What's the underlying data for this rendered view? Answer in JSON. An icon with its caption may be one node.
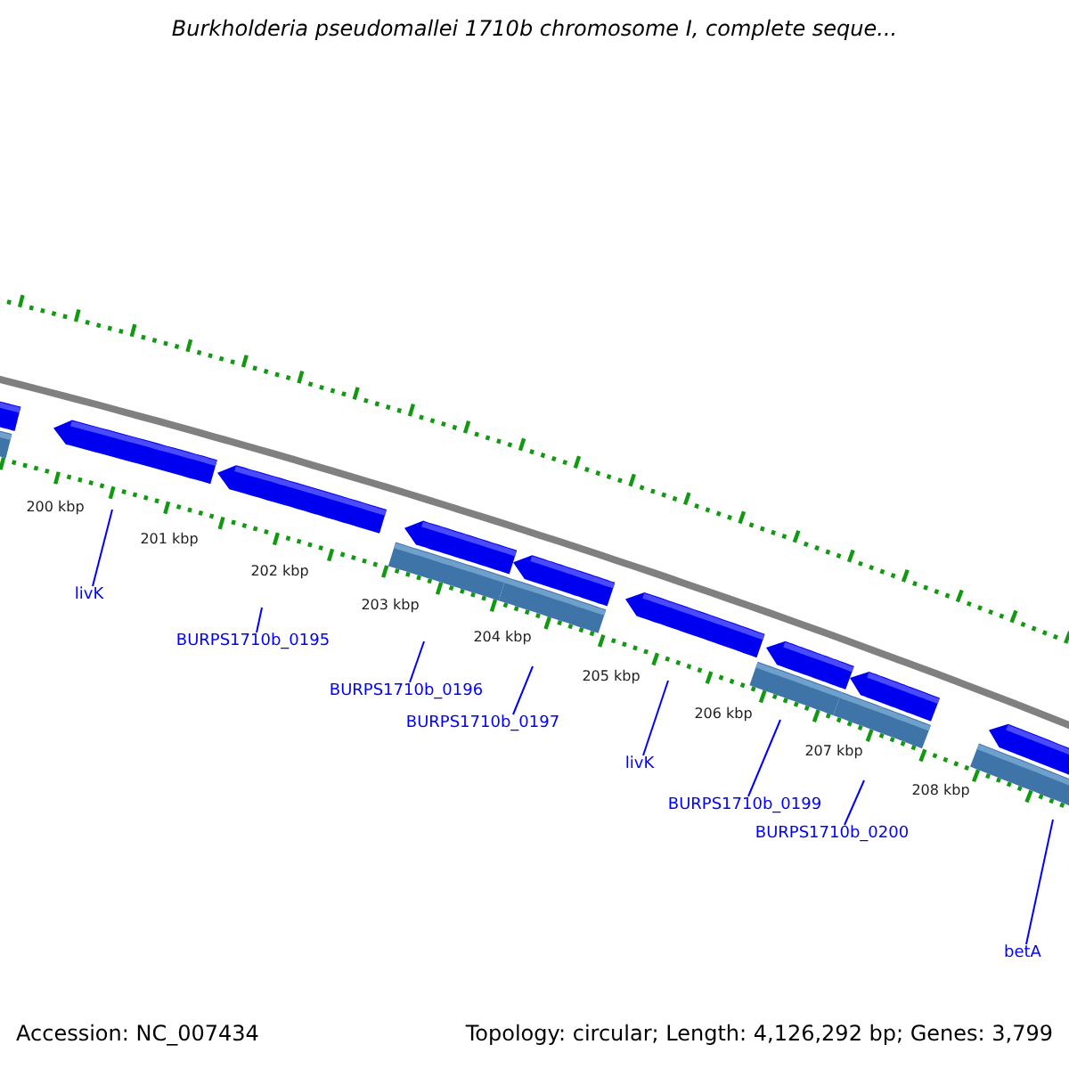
{
  "diagram": {
    "title": "Burkholderia pseudomallei 1710b chromosome I, complete seque...",
    "nodes": [
      {
        "text": [
          "livK"
        ]
      },
      {
        "text": [
          "BURPS1710b_0195"
        ]
      },
      {
        "text": [
          "BURPS1710b_0196"
        ]
      },
      {
        "text": [
          "BURPS1710b_0197"
        ]
      },
      {
        "text": [
          "livK"
        ]
      },
      {
        "text": [
          "BURPS1710b_0199"
        ]
      },
      {
        "text": [
          "BURPS1710b_0200"
        ]
      },
      {
        "text": [
          "betA"
        ]
      }
    ],
    "edges": [
      {
        "from": 0,
        "to": null,
        "arrow": "none"
      },
      {
        "from": 1,
        "to": null,
        "arrow": "none"
      },
      {
        "from": 2,
        "to": null,
        "arrow": "none"
      },
      {
        "from": 3,
        "to": null,
        "arrow": "none"
      },
      {
        "from": 4,
        "to": null,
        "arrow": "none"
      },
      {
        "from": 5,
        "to": null,
        "arrow": "none"
      },
      {
        "from": 6,
        "to": null,
        "arrow": "none"
      },
      {
        "from": 7,
        "to": null,
        "arrow": "none"
      }
    ],
    "labels": [
      "200 kbp",
      "201 kbp",
      "202 kbp",
      "203 kbp",
      "204 kbp",
      "205 kbp",
      "206 kbp",
      "207 kbp",
      "208 kbp",
      "Accession: NC_007434",
      "Topology: circular; Length: 4,126,292 bp; Genes: 3,799"
    ]
  }
}
